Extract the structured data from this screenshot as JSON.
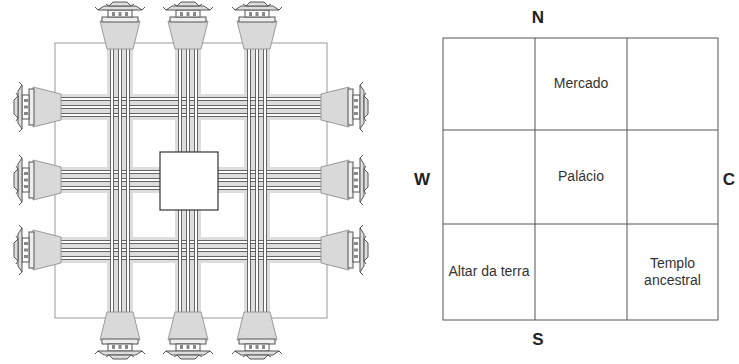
{
  "diagram": {
    "nodes": [
      {
        "text": [
          "Mercado"
        ]
      },
      {
        "text": [
          "Palácio"
        ]
      },
      {
        "text": [
          "Altar da terra"
        ]
      },
      {
        "text": [
          "Templo ancestral"
        ]
      }
    ],
    "labels": [
      "N",
      "W",
      "C",
      "S"
    ]
  }
}
